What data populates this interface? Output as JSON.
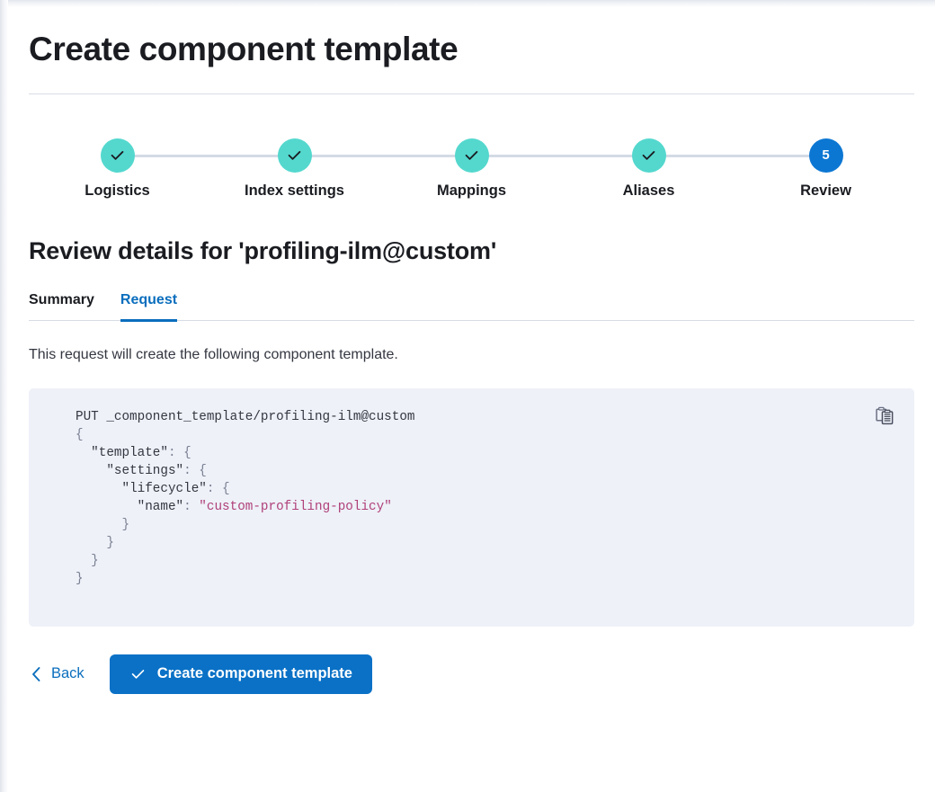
{
  "page": {
    "title": "Create component template"
  },
  "stepper": {
    "steps": [
      {
        "label": "Logistics",
        "state": "done",
        "marker": "check"
      },
      {
        "label": "Index settings",
        "state": "done",
        "marker": "check"
      },
      {
        "label": "Mappings",
        "state": "done",
        "marker": "check"
      },
      {
        "label": "Aliases",
        "state": "done",
        "marker": "check"
      },
      {
        "label": "Review",
        "state": "current",
        "marker": "5"
      }
    ],
    "colors": {
      "done": "#54d8ce",
      "current": "#0c77d3",
      "connector": "#d3dae6"
    }
  },
  "review": {
    "heading": "Review details for 'profiling-ilm@custom'",
    "tabs": [
      {
        "label": "Summary",
        "active": false
      },
      {
        "label": "Request",
        "active": true
      }
    ],
    "description": "This request will create the following component template."
  },
  "request": {
    "method_line": "PUT _component_template/profiling-ilm@custom",
    "body_lines": [
      "{",
      "  \"template\": {",
      "    \"settings\": {",
      "      \"lifecycle\": {",
      "        \"name\": \"custom-profiling-policy\"",
      "      }",
      "    }",
      "  }",
      "}"
    ],
    "full_text": "PUT _component_template/profiling-ilm@custom\n{\n  \"template\": {\n    \"settings\": {\n      \"lifecycle\": {\n        \"name\": \"custom-profiling-policy\"\n      }\n    }\n  }\n}",
    "string_value": "custom-profiling-policy",
    "copy_icon": "copy-clipboard-icon",
    "background_color": "#eef1f8",
    "string_color": "#b0407a"
  },
  "actions": {
    "back_label": "Back",
    "back_icon": "chevron-left-icon",
    "submit_label": "Create component template",
    "submit_icon": "check-icon",
    "primary_color": "#0a71c6",
    "link_color": "#0a6ebd"
  }
}
